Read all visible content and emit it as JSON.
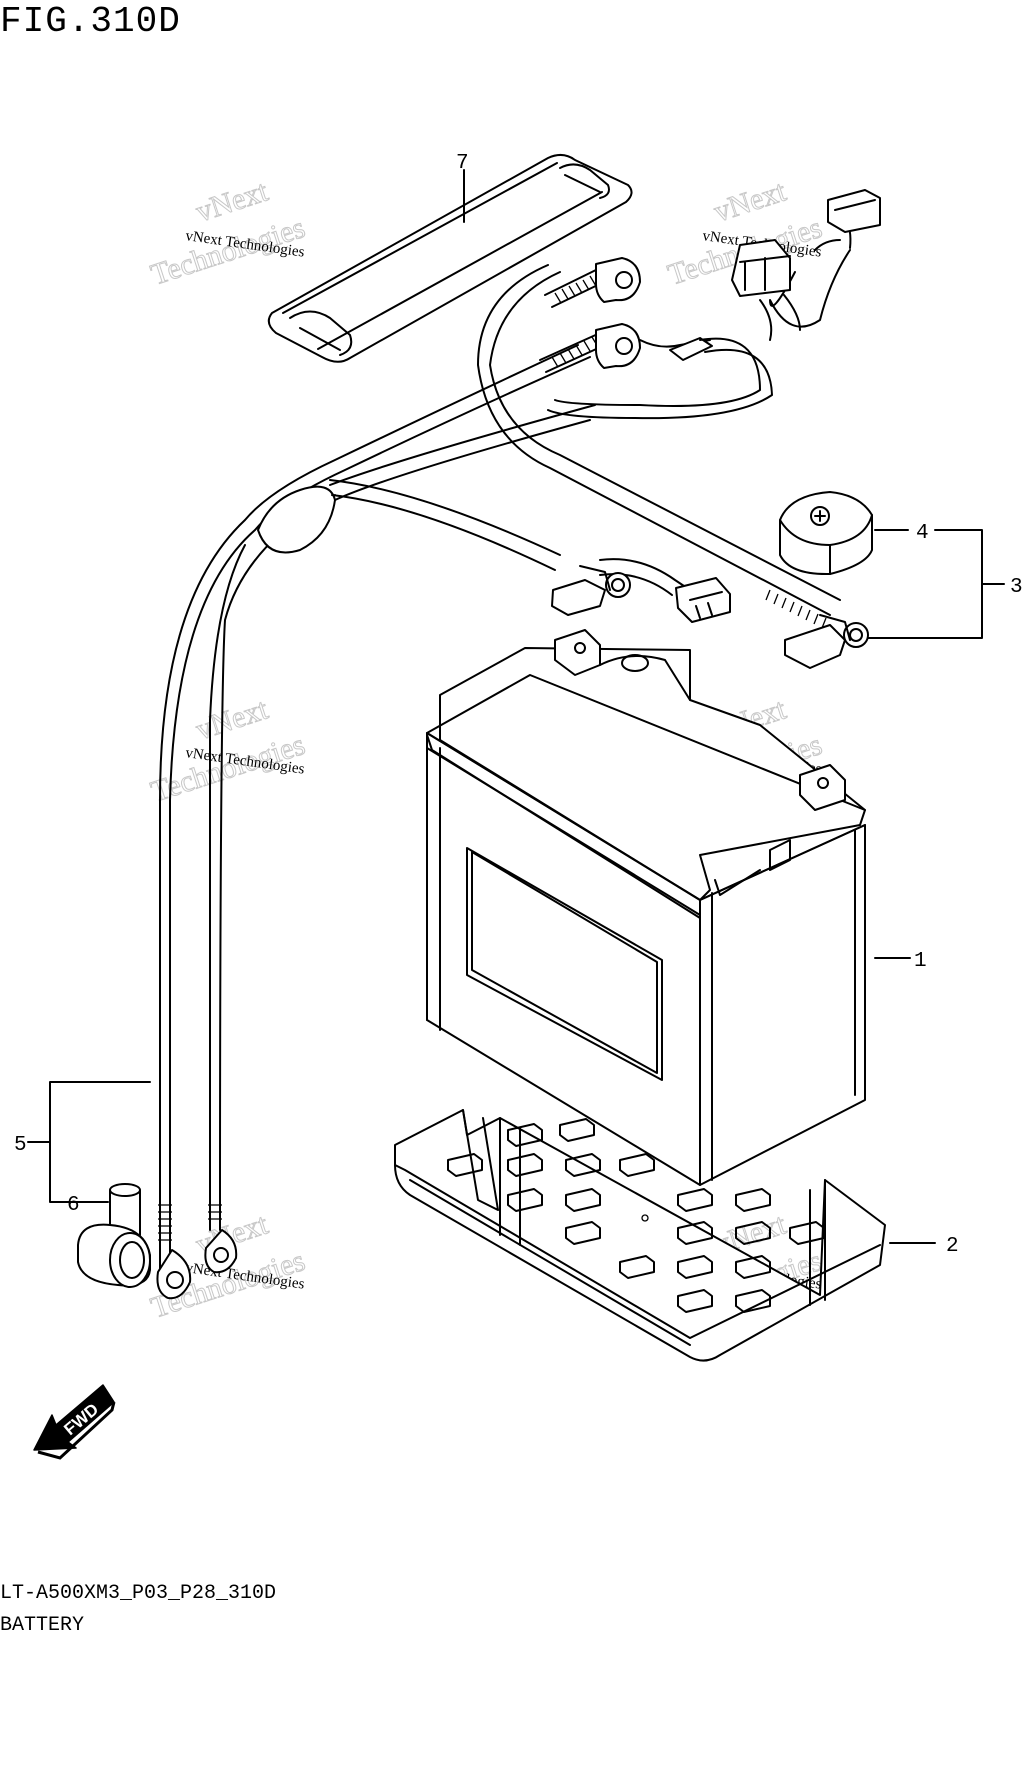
{
  "figure": {
    "title": "FIG.310D",
    "code": "LT-A500XM3_P03_P28_310D",
    "name": "BATTERY"
  },
  "callouts": [
    {
      "id": "1",
      "label": "1"
    },
    {
      "id": "2",
      "label": "2"
    },
    {
      "id": "3",
      "label": "3"
    },
    {
      "id": "4",
      "label": "4"
    },
    {
      "id": "5",
      "label": "5"
    },
    {
      "id": "6",
      "label": "6"
    },
    {
      "id": "7",
      "label": "7"
    }
  ],
  "watermark": {
    "small": "vNext Technologies",
    "big_line1": "vNext",
    "big_line2": "Technologies"
  },
  "direction_marker": "FWD"
}
